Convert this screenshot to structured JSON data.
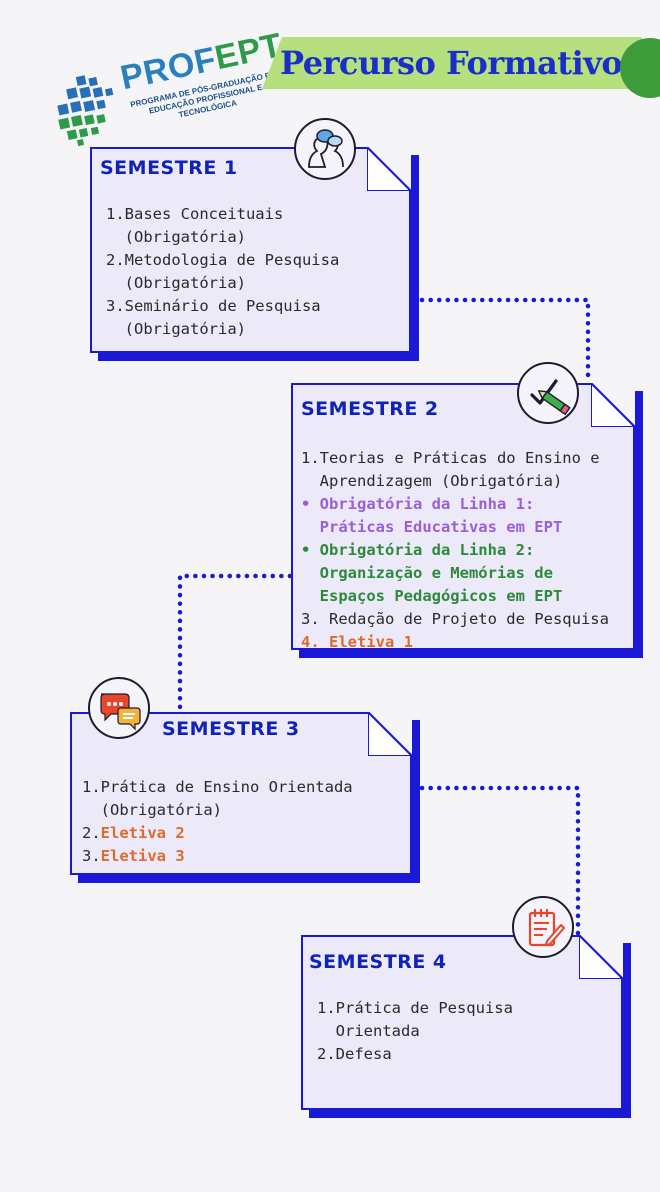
{
  "header": {
    "logo_name": "PROF",
    "logo_name_accent": "EPT",
    "logo_subtitle_1": "PROGRAMA DE PÓS-GRADUAÇÃO EM",
    "logo_subtitle_2": "EDUCAÇÃO PROFISSIONAL E TECNOLÓGICA",
    "title": "Percurso Formativo"
  },
  "colors": {
    "primary": "#1a1ad6",
    "card_bg": "#eceaf8",
    "banner": "#b6e07d",
    "purple": "#9b5fd6",
    "green": "#2c8a3a",
    "orange": "#e06a2c"
  },
  "semesters": [
    {
      "title": "SEMESTRE 1",
      "icon": "conversation-heads-icon",
      "items": [
        "1.Bases Conceituais",
        "  (Obrigatória)",
        "2.Metodologia de Pesquisa",
        "  (Obrigatória)",
        "3.Seminário de Pesquisa",
        "  (Obrigatória)"
      ]
    },
    {
      "title": "SEMESTRE 2",
      "icon": "checkmark-pencil-icon",
      "items": [
        "1.Teorias e Práticas do Ensino e",
        "  Aprendizagem (Obrigatória)",
        "• Obrigatória da Linha 1:",
        "  Práticas Educativas em EPT",
        "• Obrigatória da Linha 2:",
        "  Organização e Memórias de",
        "  Espaços Pedagógicos em EPT",
        "3. Redação de Projeto de Pesquisa",
        "4. Eletiva 1"
      ]
    },
    {
      "title": "SEMESTRE 3",
      "icon": "chat-bubbles-icon",
      "items": [
        "1.Prática de Ensino Orientada",
        "  (Obrigatória)",
        "2.",
        "Eletiva 2",
        "3.",
        "Eletiva 3"
      ]
    },
    {
      "title": "SEMESTRE 4",
      "icon": "notepad-pencil-icon",
      "items": [
        "1.Prática de Pesquisa",
        "  Orientada",
        "2.Defesa"
      ]
    }
  ]
}
